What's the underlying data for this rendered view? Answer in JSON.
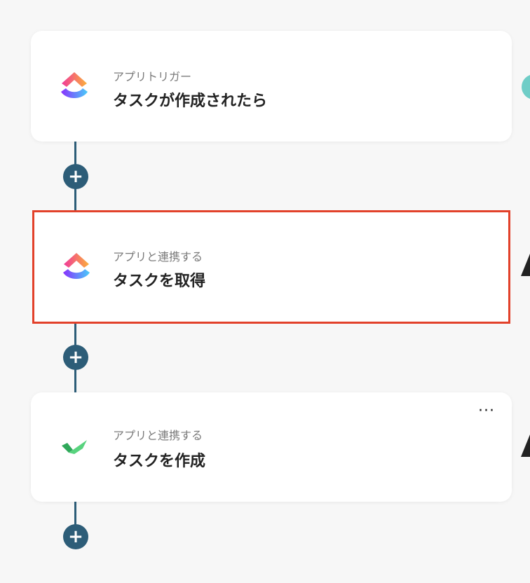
{
  "flow": {
    "steps": [
      {
        "subtitle": "アプリトリガー",
        "title": "タスクが作成されたら",
        "app_icon": "clickup-icon",
        "selected": false
      },
      {
        "subtitle": "アプリと連携する",
        "title": "タスクを取得",
        "app_icon": "clickup-icon",
        "selected": true
      },
      {
        "subtitle": "アプリと連携する",
        "title": "タスクを作成",
        "app_icon": "checkmark-app-icon",
        "selected": false
      }
    ],
    "add_label": "+",
    "more_label": "···"
  },
  "colors": {
    "connector": "#2d5d78",
    "selected_border": "#e2412a",
    "teal_accent": "#6fcdc7",
    "check_green": "#3fbf6b"
  }
}
